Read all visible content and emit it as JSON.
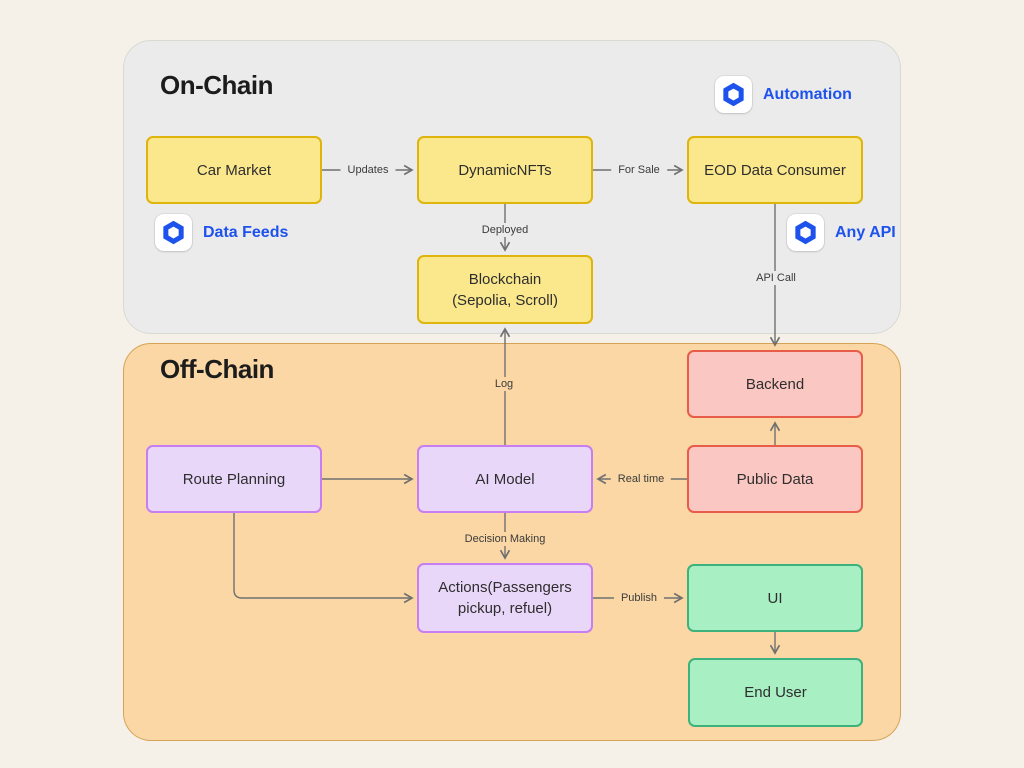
{
  "sections": {
    "on_chain": {
      "title": "On-Chain"
    },
    "off_chain": {
      "title": "Off-Chain"
    }
  },
  "badges": {
    "automation": {
      "label": "Automation",
      "icon": "chainlink-hexagon"
    },
    "data_feeds": {
      "label": "Data Feeds",
      "icon": "chainlink-hexagon"
    },
    "any_api": {
      "label": "Any API",
      "icon": "chainlink-hexagon"
    }
  },
  "nodes": {
    "car_market": {
      "label": "Car Market",
      "type": "yellow"
    },
    "dynamic_nfts": {
      "label": "DynamicNFTs",
      "type": "yellow"
    },
    "eod_data_consumer": {
      "label": "EOD Data Consumer",
      "type": "yellow"
    },
    "blockchain": {
      "lines": [
        "Blockchain",
        "(Sepolia, Scroll)"
      ],
      "type": "yellow"
    },
    "backend": {
      "label": "Backend",
      "type": "pink"
    },
    "route_planning": {
      "label": "Route Planning",
      "type": "purple"
    },
    "ai_model": {
      "label": "AI Model",
      "type": "purple"
    },
    "public_data": {
      "label": "Public Data",
      "type": "pink"
    },
    "actions": {
      "lines": [
        "Actions(Passengers",
        "pickup, refuel)"
      ],
      "type": "purple"
    },
    "ui": {
      "label": "UI",
      "type": "green"
    },
    "end_user": {
      "label": "End User",
      "type": "green"
    }
  },
  "edge_labels": {
    "updates": "Updates",
    "for_sale": "For Sale",
    "deployed": "Deployed",
    "api_call": "API Call",
    "log": "Log",
    "real_time": "Real time",
    "decision_making": "Decision Making",
    "publish": "Publish"
  },
  "palette": {
    "page_bg": "#F6F1E8",
    "on_chain_fill": "#EBEBEB",
    "on_chain_border": "#D9D9D4",
    "off_chain_fill": "#FAD7A4",
    "off_chain_border": "#D4A356",
    "yellow_fill": "#FBE88D",
    "yellow_border": "#DFB40C",
    "pink_fill": "#FBC7C2",
    "pink_border": "#E85C4A",
    "purple_fill": "#E9D7FA",
    "purple_border": "#C67EF2",
    "green_fill": "#A8EFC4",
    "green_border": "#3DB27C",
    "chainlink_blue": "#1D52EC",
    "connector": "#707070",
    "text": "#2E2E2E"
  }
}
